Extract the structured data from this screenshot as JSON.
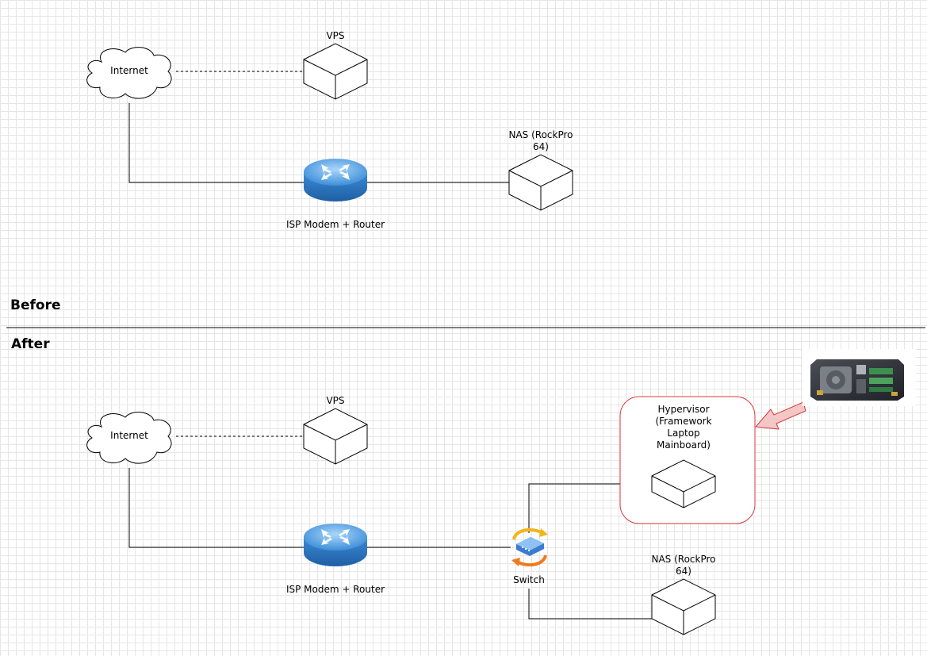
{
  "sections": {
    "before": "Before",
    "after": "After"
  },
  "before": {
    "internet": "Internet",
    "vps": "VPS",
    "router": "ISP Modem + Router",
    "nas": "NAS (RockPro\n64)"
  },
  "after": {
    "internet": "Internet",
    "vps": "VPS",
    "router": "ISP Modem + Router",
    "switch": "Switch",
    "hypervisor": "Hypervisor\n(Framework\nLaptop\nMainboard)",
    "nas": "NAS (RockPro\n64)"
  },
  "colors": {
    "highlight": "#d83a3a",
    "arrow_fill": "#f4c7c7",
    "router": "#4f9ee0"
  }
}
